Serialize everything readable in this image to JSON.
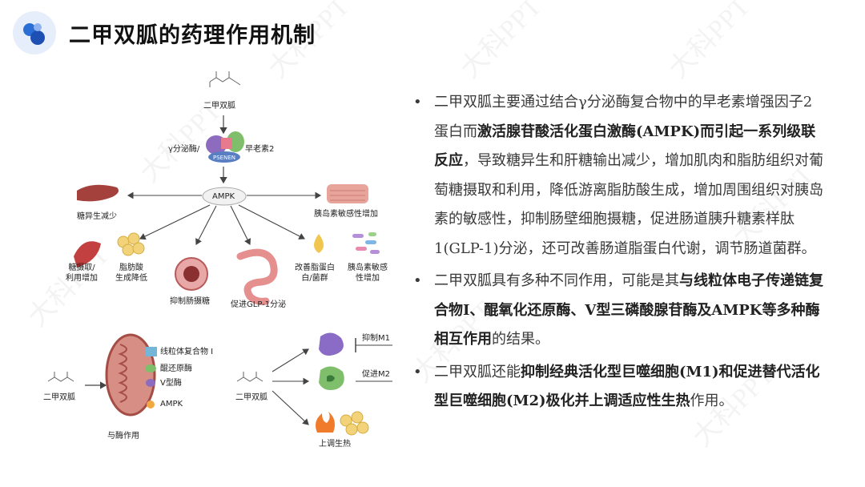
{
  "title": "二甲双胍的药理作用机制",
  "watermark": "大科PPT",
  "diagram_top": {
    "drug": "二甲双胍",
    "gamma": "γ分泌酶/",
    "nicastrin": "早老素2",
    "psenen": "PSENEN",
    "ampk": "AMPK",
    "effects": {
      "gluconeogenesis": "糖异生减少",
      "insulin_sensitivity": "胰岛素敏感性增加",
      "glucose_uptake_1": "糖摄取/",
      "glucose_uptake_2": "利用增加",
      "fatty_acid_1": "脂肪酸",
      "fatty_acid_2": "生成降低",
      "intestinal": "抑制肠摄糖",
      "glp1": "促进GLP-1分泌",
      "lipoprotein_1": "改善脂蛋白",
      "lipoprotein_2": "白/菌群",
      "insulin_sens2_1": "胰岛素敏感",
      "insulin_sens2_2": "性增加"
    }
  },
  "diagram_bottom_left": {
    "drug": "二甲双胍",
    "items": [
      "线粒体复合物 I",
      "醌还原酶",
      "V型酶",
      "AMPK"
    ],
    "caption": "与酶作用"
  },
  "diagram_bottom_right": {
    "drug": "二甲双胍",
    "inhibit": "抑制M1",
    "promote": "促进M2",
    "heat": "上调生热"
  },
  "bullets": [
    {
      "segments": [
        {
          "t": "二甲双胍主要通过结合γ分泌酶复合物中的早老素增强因子2蛋白而",
          "b": false
        },
        {
          "t": "激活腺苷酸活化蛋白激酶(AMPK)而引起一系列级联反应",
          "b": true
        },
        {
          "t": "，导致糖异生和肝糖输出减少，增加肌肉和脂肪组织对葡萄糖摄取和利用，降低游离脂肪酸生成，增加周围组织对胰岛素的敏感性，抑制肠壁细胞摄糖，促进肠道胰升糖素样肽1(GLP-1)分泌，还可改善肠道脂蛋白代谢，调节肠道菌群。",
          "b": false
        }
      ]
    },
    {
      "segments": [
        {
          "t": "二甲双胍具有多种不同作用，可能是其",
          "b": false
        },
        {
          "t": "与线粒体电子传递链复合物I、醌氧化还原酶、V型三磷酸腺苷酶及AMPK等多种酶相互作用",
          "b": true
        },
        {
          "t": "的结果。",
          "b": false
        }
      ]
    },
    {
      "segments": [
        {
          "t": "二甲双胍还能",
          "b": false
        },
        {
          "t": "抑制经典活化型巨噬细胞(M1)和促进替代活化型巨噬细胞(M2)极化并上调适应性生热",
          "b": true
        },
        {
          "t": "作用。",
          "b": false
        }
      ]
    }
  ],
  "bullet_marker": "•",
  "colors": {
    "accent": "#2b6fd6",
    "logo_bg": "#e6eefb",
    "text": "#3a3a3a"
  }
}
